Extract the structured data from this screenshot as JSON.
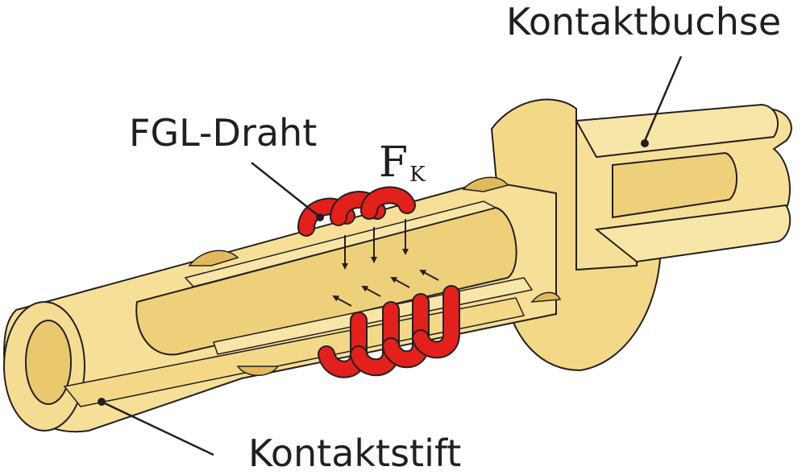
{
  "labels": {
    "contact_socket": "Kontaktbuchse",
    "sma_wire": "FGL-Draht",
    "contact_pin": "Kontaktstift",
    "force_symbol": "F",
    "force_subscript": "K"
  },
  "colors": {
    "brass_light": "#f7e3a1",
    "brass_mid": "#f0d27c",
    "brass_dark": "#e2b95a",
    "pin_face": "#f5dc93",
    "wire_red": "#e3201b",
    "wire_dark": "#a0120f",
    "outline": "#231f20"
  },
  "icons": {
    "force_arrow": "arrow-down-icon",
    "pin_arrow": "arrow-up-left-icon"
  }
}
